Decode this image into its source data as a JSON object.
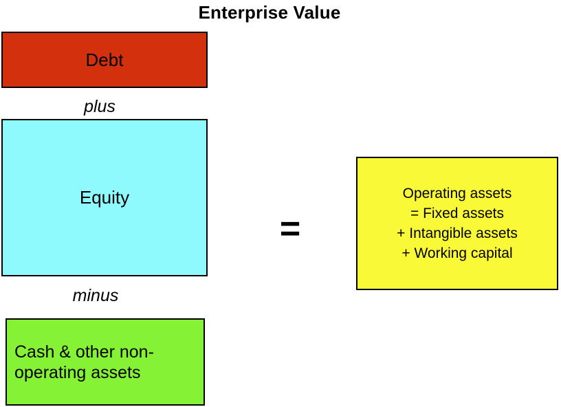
{
  "title": "Enterprise Value",
  "colors": {
    "debt_box": "#d3300e",
    "equity_box": "#8ffafd",
    "cash_box": "#86f235",
    "operating_box": "#f9f938",
    "border": "#000000",
    "text": "#000000",
    "background": "#ffffff"
  },
  "left_stack": {
    "debt_label": "Debt",
    "plus_label": "plus",
    "equity_label": "Equity",
    "minus_label": "minus",
    "cash_line1": "Cash & other non-",
    "cash_line2": "operating assets"
  },
  "equals_sign": "=",
  "right_box": {
    "lines": [
      "Operating assets",
      "= Fixed assets",
      "+ Intangible assets",
      "+ Working capital"
    ]
  }
}
